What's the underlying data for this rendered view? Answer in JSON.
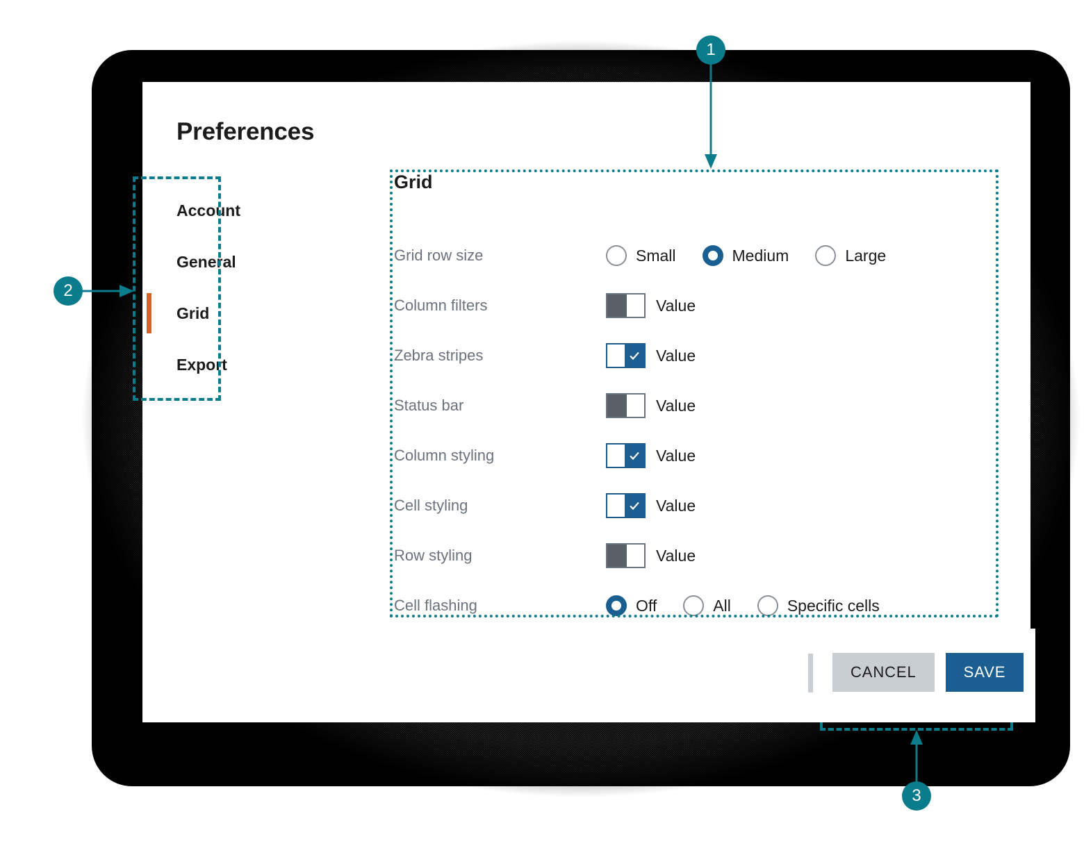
{
  "dialog": {
    "title": "Preferences"
  },
  "sidebar": {
    "items": [
      {
        "label": "Account",
        "active": false
      },
      {
        "label": "General",
        "active": false
      },
      {
        "label": "Grid",
        "active": true
      },
      {
        "label": "Export",
        "active": false
      }
    ]
  },
  "panel": {
    "title": "Grid",
    "rows": [
      {
        "label": "Grid row size",
        "type": "radio",
        "options": [
          {
            "label": "Small",
            "selected": false
          },
          {
            "label": "Medium",
            "selected": true
          },
          {
            "label": "Large",
            "selected": false
          }
        ]
      },
      {
        "label": "Column filters",
        "type": "toggle",
        "value_label": "Value",
        "on": false
      },
      {
        "label": "Zebra stripes",
        "type": "toggle",
        "value_label": "Value",
        "on": true
      },
      {
        "label": "Status bar",
        "type": "toggle",
        "value_label": "Value",
        "on": false
      },
      {
        "label": "Column styling",
        "type": "toggle",
        "value_label": "Value",
        "on": true
      },
      {
        "label": "Cell styling",
        "type": "toggle",
        "value_label": "Value",
        "on": true
      },
      {
        "label": "Row styling",
        "type": "toggle",
        "value_label": "Value",
        "on": false
      },
      {
        "label": "Cell flashing",
        "type": "radio",
        "options": [
          {
            "label": "Off",
            "selected": true
          },
          {
            "label": "All",
            "selected": false
          },
          {
            "label": "Specific cells",
            "selected": false
          }
        ]
      }
    ]
  },
  "footer": {
    "cancel_label": "CANCEL",
    "save_label": "SAVE"
  },
  "annotations": {
    "markers": [
      {
        "number": "1",
        "target": "grid-settings-panel"
      },
      {
        "number": "2",
        "target": "preferences-sidebar"
      },
      {
        "number": "3",
        "target": "dialog-footer-buttons"
      }
    ]
  },
  "colors": {
    "annotation": "#0b7c8c",
    "accent_blue": "#1b5e92",
    "active_orange": "#d9631a",
    "label_gray": "#6a727d",
    "cancel_gray": "#c9ced3"
  }
}
